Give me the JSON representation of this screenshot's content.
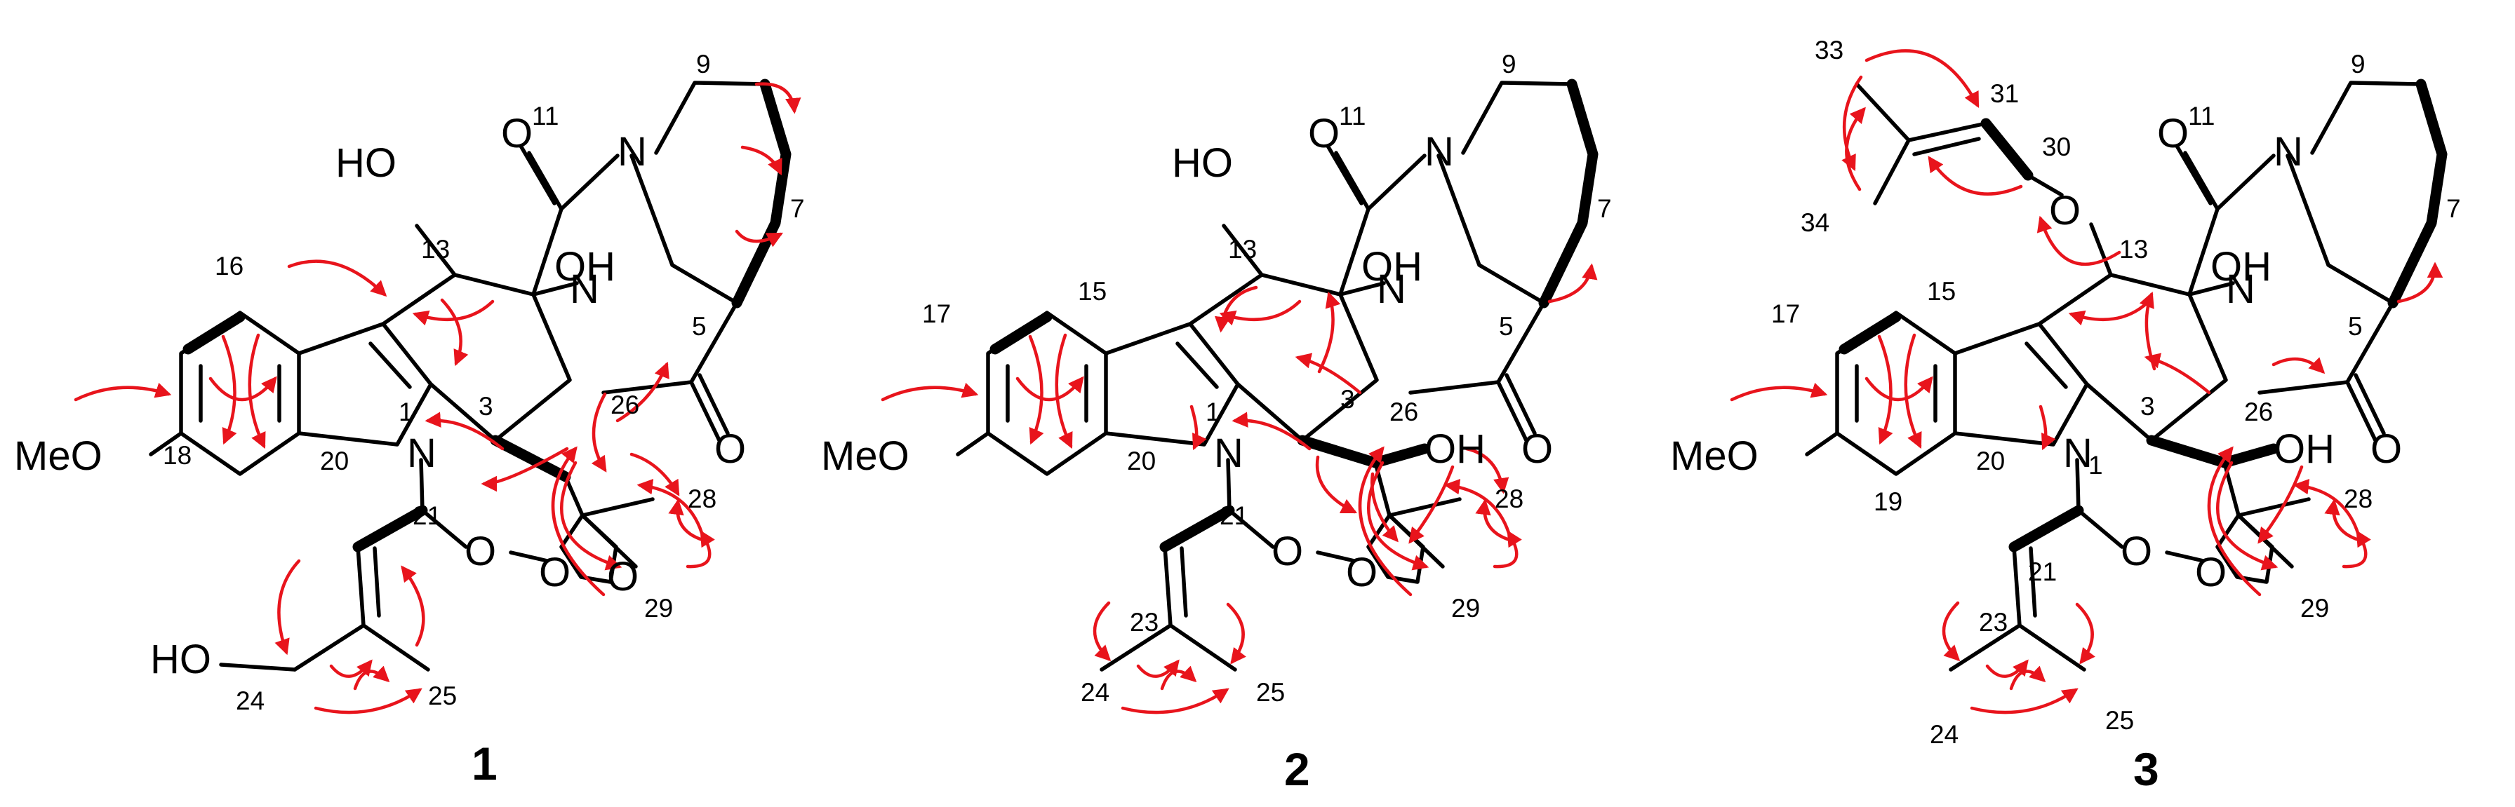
{
  "colors": {
    "bonds": "#000000",
    "hmbc_arrows": "#e8141c",
    "background": "#ffffff"
  },
  "compounds": [
    {
      "id": "1",
      "atoms": {
        "ho_top": "HO",
        "oh_mid": "OH",
        "n_top": "N",
        "n_mid": "N",
        "n_indole": "N",
        "o_11": "O",
        "o_5": "O",
        "meo": "MeO",
        "o_a": "O",
        "o_b": "O",
        "o_ring": "O",
        "ho_24": "HO"
      },
      "numbers": {
        "n9": "9",
        "n11": "11",
        "n7": "7",
        "n13": "13",
        "n5": "5",
        "n16": "16",
        "n1": "1",
        "n3": "3",
        "n26": "26",
        "n18": "18",
        "n20": "20",
        "n21": "21",
        "n28": "28",
        "n29": "29",
        "n24": "24",
        "n25": "25"
      }
    },
    {
      "id": "2",
      "atoms": {
        "ho_top": "HO",
        "oh_mid": "OH",
        "n_top": "N",
        "n_mid": "N",
        "n_indole": "N",
        "o_11": "O",
        "o_5": "O",
        "meo": "MeO",
        "o_a": "O",
        "o_b": "O",
        "oh_26": "OH"
      },
      "numbers": {
        "n9": "9",
        "n11": "11",
        "n7": "7",
        "n13": "13",
        "n5": "5",
        "n15": "15",
        "n17": "17",
        "n3": "3",
        "n26": "26",
        "n1": "1",
        "n20": "20",
        "n21": "21",
        "n28": "28",
        "n29": "29",
        "n23": "23",
        "n24": "24",
        "n25": "25"
      }
    },
    {
      "id": "3",
      "atoms": {
        "o_30": "O",
        "oh_mid": "OH",
        "n_top": "N",
        "n_mid": "N",
        "n_indole": "N",
        "o_11": "O",
        "o_5": "O",
        "meo": "MeO",
        "o_a": "O",
        "o_b": "O",
        "oh_26": "OH"
      },
      "numbers": {
        "n33": "33",
        "n31": "31",
        "n30": "30",
        "n34": "34",
        "n9": "9",
        "n11": "11",
        "n7": "7",
        "n13": "13",
        "n5": "5",
        "n15": "15",
        "n17": "17",
        "n3": "3",
        "n26": "26",
        "n1": "1",
        "n20": "20",
        "n19": "19",
        "n21": "21",
        "n28": "28",
        "n29": "29",
        "n23": "23",
        "n24": "24",
        "n25": "25"
      }
    }
  ]
}
